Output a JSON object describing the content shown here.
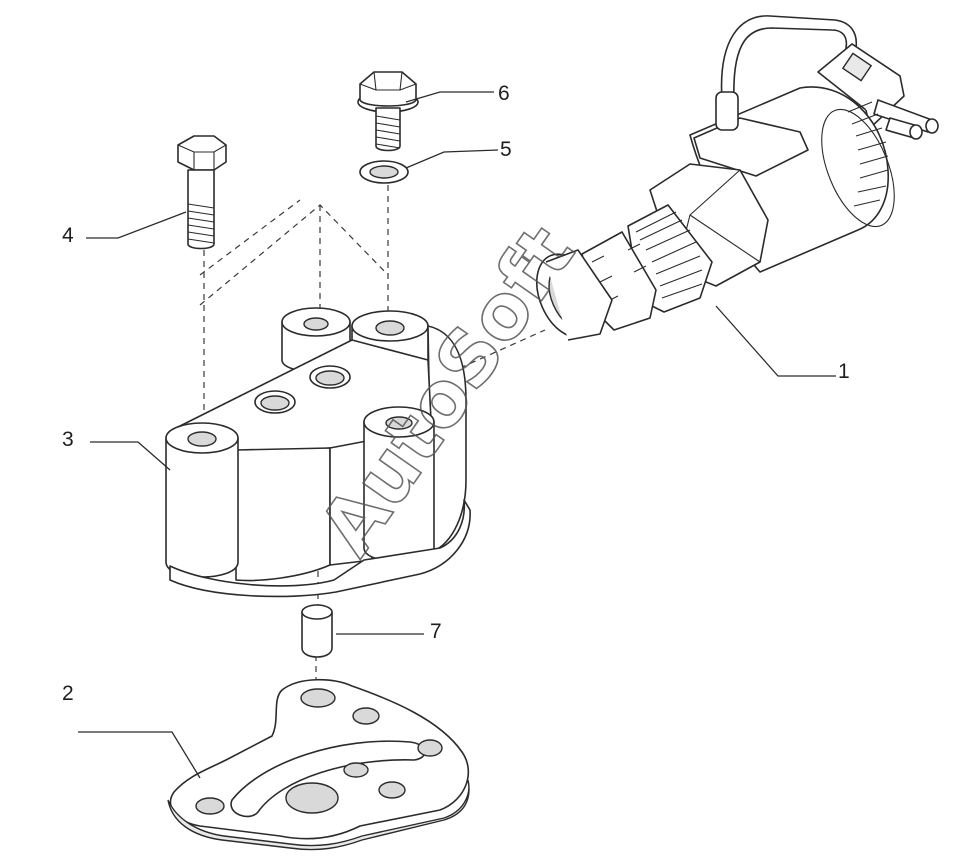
{
  "callouts": [
    {
      "id": "1",
      "label": "1"
    },
    {
      "id": "2",
      "label": "2"
    },
    {
      "id": "3",
      "label": "3"
    },
    {
      "id": "4",
      "label": "4"
    },
    {
      "id": "5",
      "label": "5"
    },
    {
      "id": "6",
      "label": "6"
    },
    {
      "id": "7",
      "label": "7"
    }
  ],
  "watermark": "AutoSoft",
  "colors": {
    "line": "#2b2b2b",
    "background": "#ffffff",
    "shade": "#e9e9e9"
  }
}
